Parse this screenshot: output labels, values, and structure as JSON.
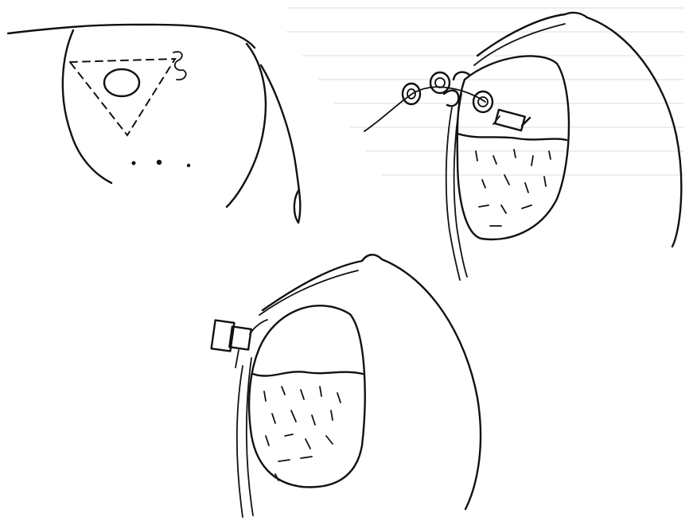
{
  "figure": {
    "panels": [
      {
        "id": "panel-a",
        "content": "side-view-head-with-incision-site"
      },
      {
        "id": "panel-b",
        "content": "coronal-section-with-burr-hole-and-subdural-collection"
      },
      {
        "id": "panel-c",
        "content": "coronal-section-with-drain-device"
      }
    ],
    "colors": {
      "ink": "#111111",
      "paper": "#ffffff"
    }
  }
}
